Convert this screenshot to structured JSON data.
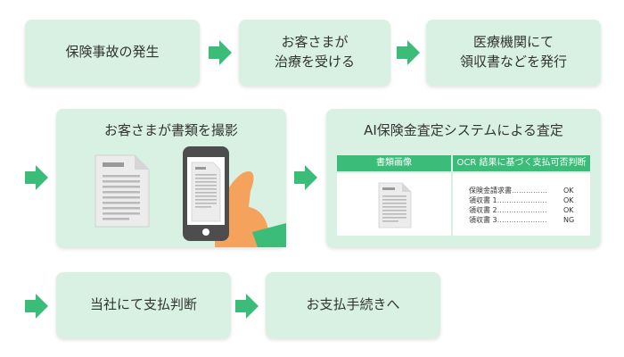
{
  "steps": {
    "s1": "保険事故の発生",
    "s2_line1": "お客さまが",
    "s2_line2": "治療を受ける",
    "s3_line1": "医療機関にて",
    "s3_line2": "領収書などを発行",
    "s4": "お客さまが書類を撮影",
    "s5": "AI保険金査定システムによる査定",
    "s6": "当社にて支払判断",
    "s7": "お支払手続きへ"
  },
  "table": {
    "col1": "書類画像",
    "col2": "OCR 結果に基づく支払可否判断",
    "rows": [
      {
        "doc": "保険金請求書",
        "dots": "……………",
        "result": "OK"
      },
      {
        "doc": "領収書 1",
        "dots": "…………………",
        "result": "OK"
      },
      {
        "doc": "領収書 2",
        "dots": "…………………",
        "result": "OK"
      },
      {
        "doc": "領収書 3",
        "dots": "…………………",
        "result": "NG"
      }
    ]
  },
  "colors": {
    "box_bg": "#d8f1e2",
    "arrow": "#3bbd79",
    "table_header": "#3bbd79",
    "phone": "#4d4d4d",
    "hand": "#f5a25d",
    "sleeve": "#3bbd79"
  }
}
